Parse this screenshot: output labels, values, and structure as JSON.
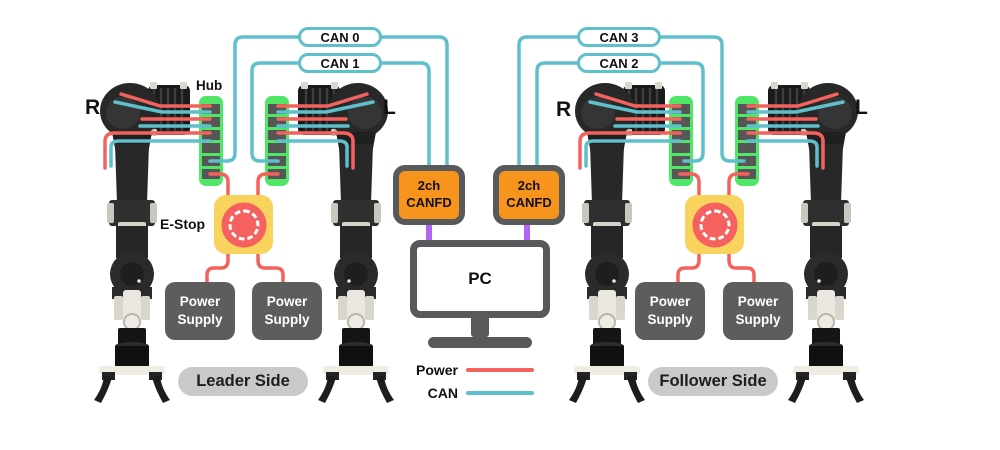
{
  "colors": {
    "can": "#5fc0cb",
    "power": "#f4625e",
    "usb": "#b264f4",
    "hub": "#50e667",
    "slot": "#565656",
    "estop_bg": "#f8d35e",
    "estop_btn": "#f4615e",
    "box": "#5d5d5d",
    "frame": "#58595b",
    "canfd": "#f7941e",
    "pill": "#c9c9c9"
  },
  "leader": {
    "side_label": "Leader Side",
    "arm_r": "R",
    "arm_l": "L",
    "hub_label": "Hub",
    "estop_label": "E-Stop",
    "can_top": "CAN 0",
    "can_bottom": "CAN 1",
    "ps_left": "Power Supply",
    "ps_right": "Power Supply"
  },
  "follower": {
    "side_label": "Follower Side",
    "arm_r": "R",
    "arm_l": "L",
    "can_top": "CAN 3",
    "can_bottom": "CAN 2",
    "ps_left": "Power Supply",
    "ps_right": "Power Supply"
  },
  "center": {
    "canfd_left": "2ch CANFD",
    "canfd_right": "2ch CANFD",
    "pc": "PC",
    "legend": {
      "power": "Power",
      "can": "CAN"
    }
  }
}
